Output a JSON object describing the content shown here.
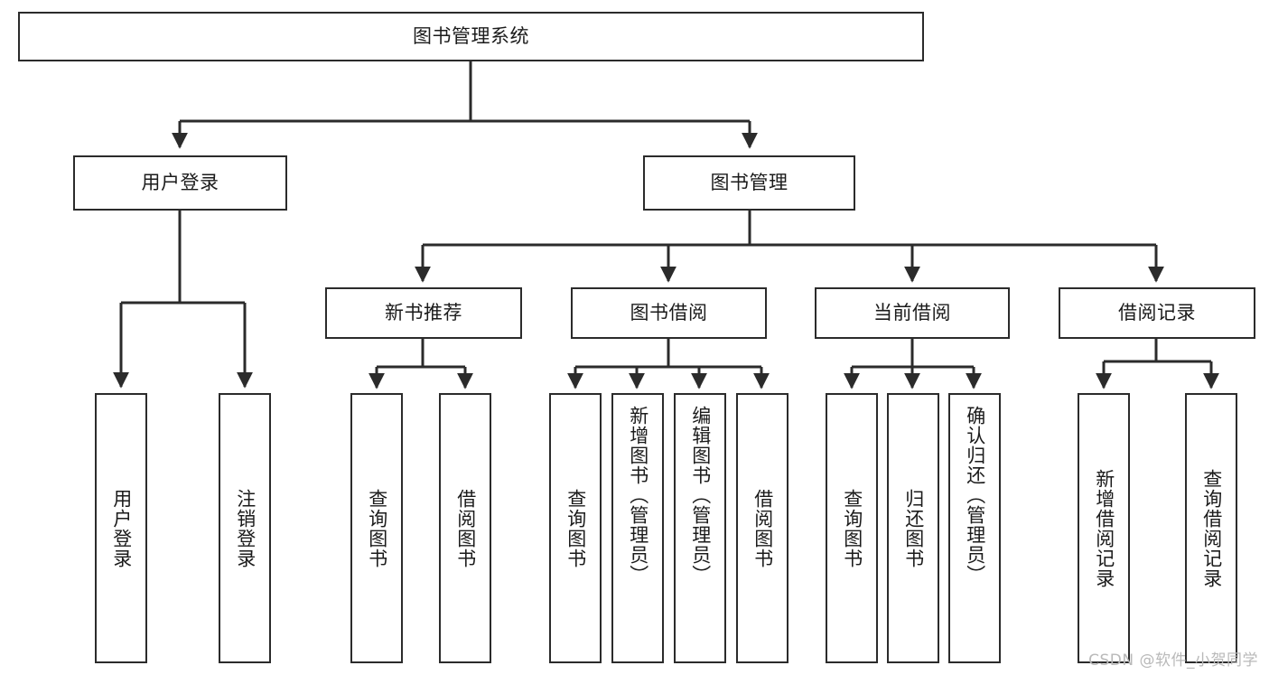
{
  "diagram": {
    "title": "图书管理系统",
    "type": "tree-hierarchy",
    "colors": {
      "background": "#ffffff",
      "node_fill": "#ffffff",
      "node_border": "#2b2b2b",
      "edge": "#2b2b2b",
      "watermark": "#b9b9b9"
    },
    "root": {
      "label": "图书管理系统"
    },
    "level1": [
      {
        "label": "用户登录"
      },
      {
        "label": "图书管理"
      }
    ],
    "level2": [
      {
        "label": "新书推荐"
      },
      {
        "label": "图书借阅"
      },
      {
        "label": "当前借阅"
      },
      {
        "label": "借阅记录"
      }
    ],
    "leaves": {
      "user_login": [
        {
          "label": "用户登录"
        },
        {
          "label": "注销登录"
        }
      ],
      "new_book_recommend": [
        {
          "label": "查询图书"
        },
        {
          "label": "借阅图书"
        }
      ],
      "book_borrow": [
        {
          "label": "查询图书"
        },
        {
          "label": "新增图书（管理员）"
        },
        {
          "label": "编辑图书（管理员）"
        },
        {
          "label": "借阅图书"
        }
      ],
      "current_borrow": [
        {
          "label": "查询图书"
        },
        {
          "label": "归还图书"
        },
        {
          "label": "确认归还（管理员）"
        }
      ],
      "borrow_record": [
        {
          "label": "新增借阅记录"
        },
        {
          "label": "查询借阅记录"
        }
      ]
    }
  },
  "watermark": {
    "text": "CSDN @软件_小贺同学"
  }
}
